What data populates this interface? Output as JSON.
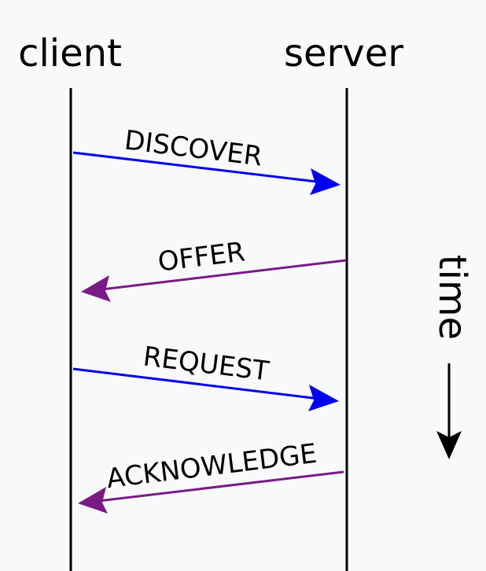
{
  "participants": {
    "left": "client",
    "right": "server"
  },
  "messages": [
    {
      "label": "DISCOVER",
      "direction": "client-to-server",
      "color": "#0000ee"
    },
    {
      "label": "OFFER",
      "direction": "server-to-client",
      "color": "#7a1a85"
    },
    {
      "label": "REQUEST",
      "direction": "client-to-server",
      "color": "#0000ee"
    },
    {
      "label": "ACKNOWLEDGE",
      "direction": "server-to-client",
      "color": "#7a1a85"
    }
  ],
  "time_axis": {
    "label": "time",
    "direction": "down"
  },
  "colors": {
    "background": "#f7f9fb",
    "lifeline": "#000000"
  }
}
